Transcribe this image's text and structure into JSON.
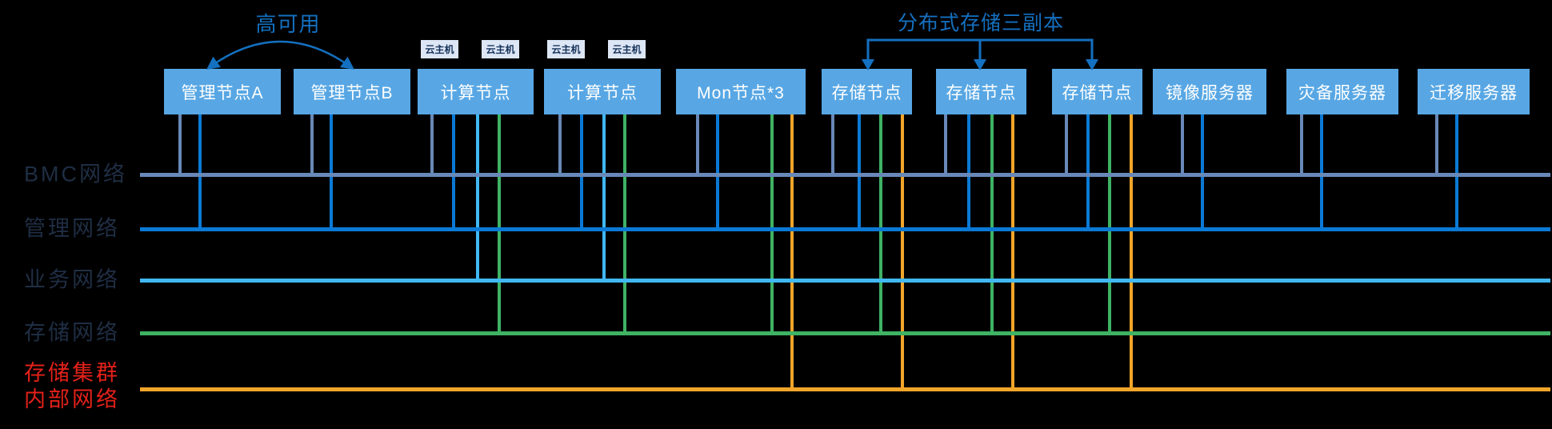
{
  "diagram": {
    "annotations": {
      "high_availability": "高可用",
      "replica": "分布式存储三副本"
    },
    "annotation_color": "#1470c0",
    "cloud_host_label": "云主机",
    "cloud_host_bg": "#dde6f5",
    "cloud_host_text_color": "#16325a",
    "node_fill": "#58a7e4",
    "node_text_color": "#ffffff",
    "background_color": "#000000",
    "networks": [
      {
        "id": "bmc",
        "label": "BMC网络",
        "color": "#6889b8",
        "label_color": "#1f2e44"
      },
      {
        "id": "mgmt",
        "label": "管理网络",
        "color": "#0b7ad6",
        "label_color": "#1f2e44"
      },
      {
        "id": "biz",
        "label": "业务网络",
        "color": "#41b8f4",
        "label_color": "#1f2e44"
      },
      {
        "id": "storage",
        "label": "存储网络",
        "color": "#3fb264",
        "label_color": "#1f2e44"
      },
      {
        "id": "internal",
        "label": "存储集群内部网络",
        "label_lines": [
          "存储集群",
          "内部网络"
        ],
        "color": "#f1a52a",
        "label_color": "#e32119"
      }
    ],
    "nodes": [
      {
        "label": "管理节点A",
        "connections": [
          "bmc",
          "mgmt"
        ]
      },
      {
        "label": "管理节点B",
        "connections": [
          "bmc",
          "mgmt"
        ]
      },
      {
        "label": "计算节点",
        "connections": [
          "bmc",
          "mgmt",
          "biz",
          "storage"
        ],
        "cloud_hosts": 2
      },
      {
        "label": "计算节点",
        "connections": [
          "bmc",
          "mgmt",
          "biz",
          "storage"
        ],
        "cloud_hosts": 2
      },
      {
        "label": "Mon节点*3",
        "connections": [
          "bmc",
          "mgmt",
          "storage",
          "internal"
        ]
      },
      {
        "label": "存储节点",
        "connections": [
          "bmc",
          "mgmt",
          "storage",
          "internal"
        ]
      },
      {
        "label": "存储节点",
        "connections": [
          "bmc",
          "mgmt",
          "storage",
          "internal"
        ]
      },
      {
        "label": "存储节点",
        "connections": [
          "bmc",
          "mgmt",
          "storage",
          "internal"
        ]
      },
      {
        "label": "镜像服务器",
        "connections": [
          "bmc",
          "mgmt"
        ]
      },
      {
        "label": "灾备服务器",
        "connections": [
          "bmc",
          "mgmt"
        ]
      },
      {
        "label": "迁移服务器",
        "connections": [
          "bmc",
          "mgmt"
        ]
      }
    ]
  }
}
